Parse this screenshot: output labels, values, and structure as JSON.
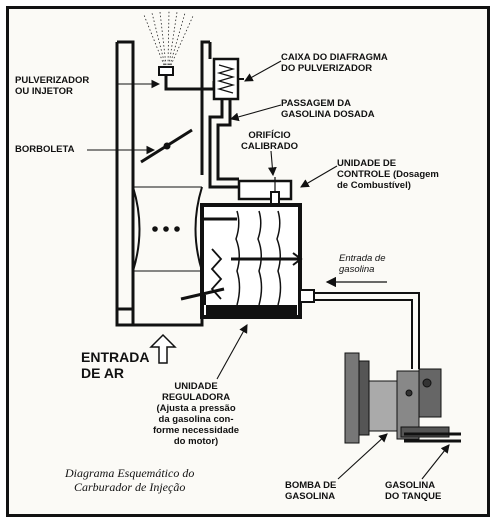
{
  "labels": {
    "pulverizador": [
      "PULVERIZADOR",
      "OU INJETOR"
    ],
    "borboleta": "BORBOLETA",
    "caixa_diafragma": [
      "CAIXA DO DIAFRAGMA",
      "DO PULVERIZADOR"
    ],
    "passagem": [
      "PASSAGEM DA",
      "GASOLINA DOSADA"
    ],
    "orificio": [
      "ORIFÍCIO",
      "CALIBRADO"
    ],
    "unidade_controle": [
      "UNIDADE DE",
      "CONTROLE (Dosagem",
      "de Combustível)"
    ],
    "entrada_gasolina": [
      "Entrada de",
      "gasolina"
    ],
    "entrada_ar": [
      "ENTRADA",
      "DE AR"
    ],
    "unidade_reguladora": [
      "UNIDADE",
      "REGULADORA",
      "(Ajusta a pressão",
      "da gasolina con-",
      "forme necessidade",
      "do motor)"
    ],
    "bomba": [
      "BOMBA DE",
      "GASOLINA"
    ],
    "gasolina_tanque": [
      "GASOLINA",
      "DO TANQUE"
    ]
  },
  "caption": [
    "Diagrama Esquemático do",
    "Carburador de Injeção"
  ]
}
